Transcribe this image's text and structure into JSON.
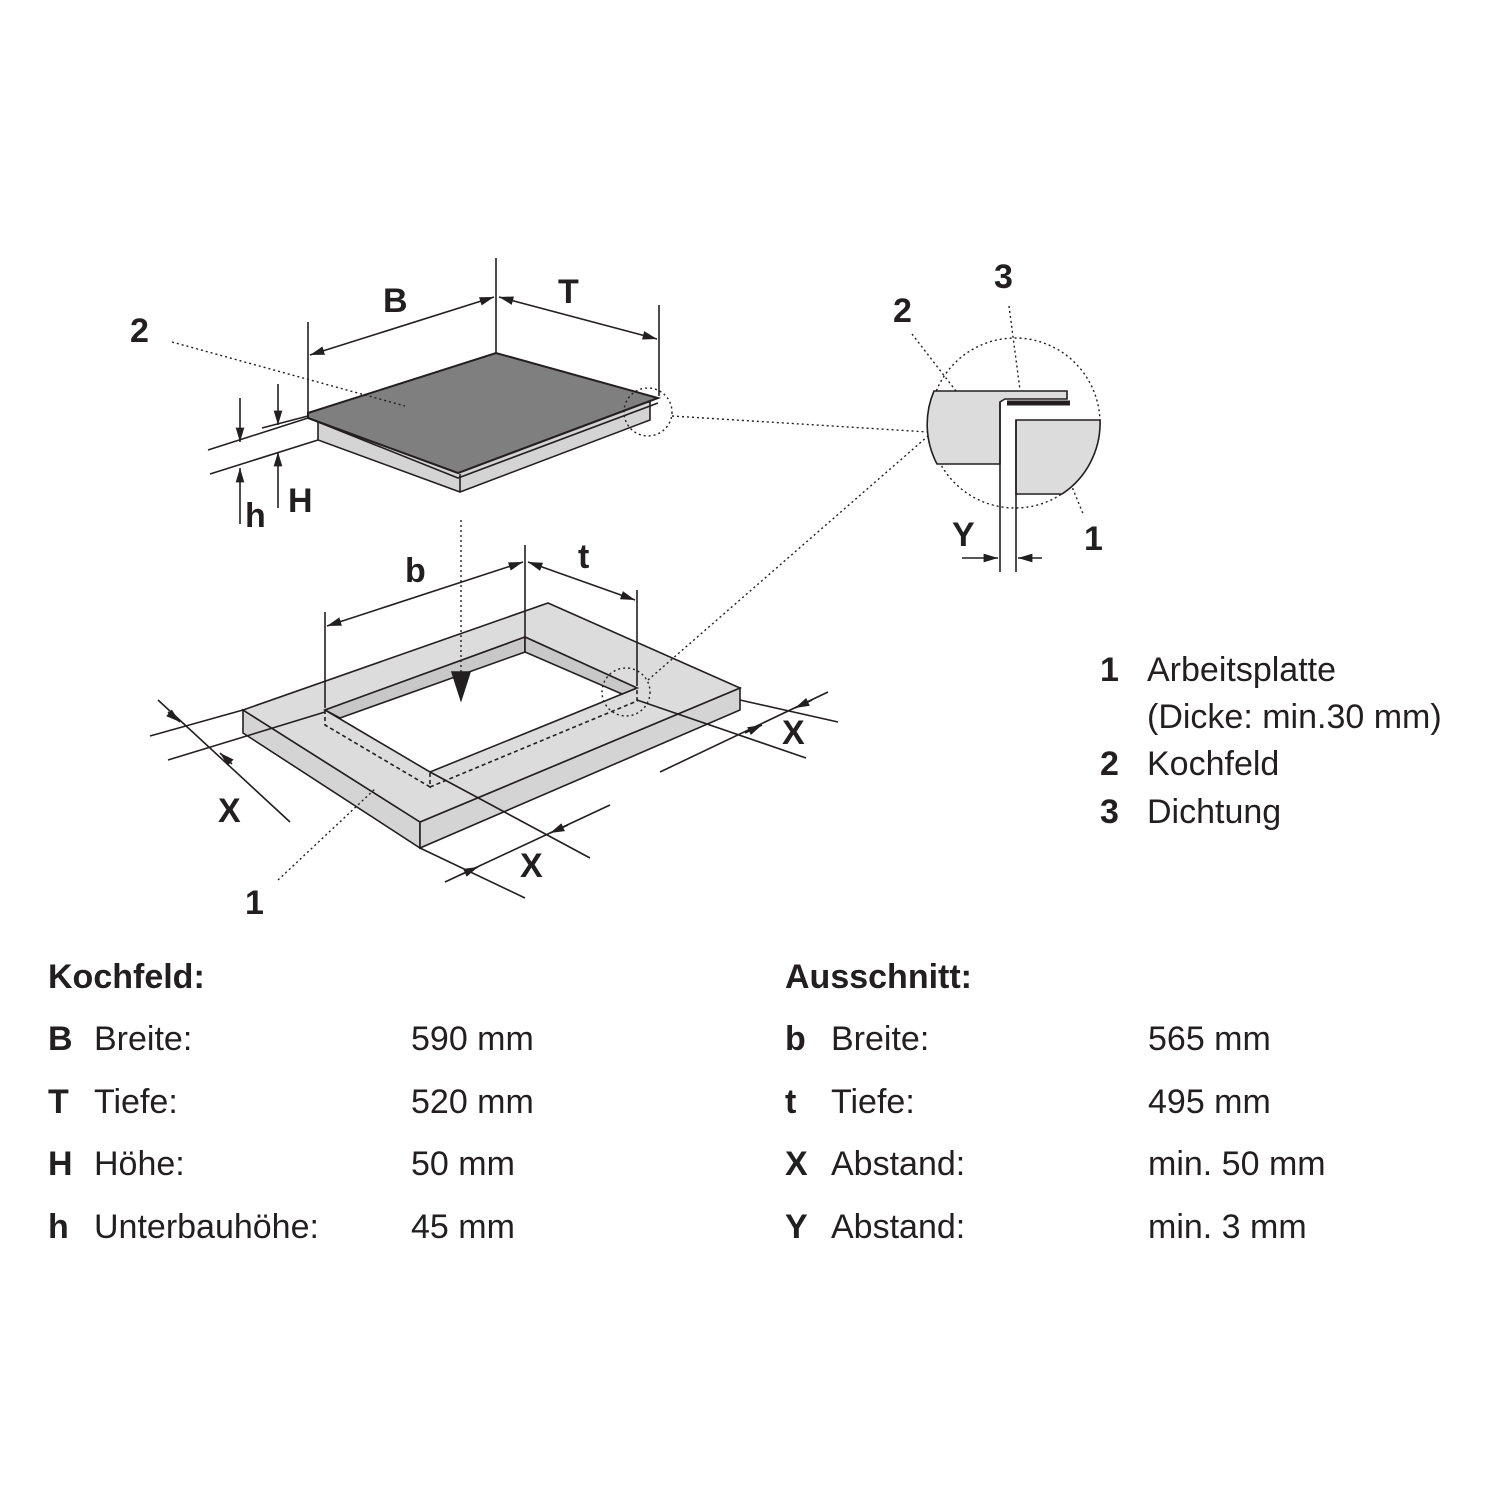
{
  "diagram": {
    "labels": {
      "B": "B",
      "T": "T",
      "H": "H",
      "h": "h",
      "b": "b",
      "t": "t",
      "X": "X",
      "Y": "Y",
      "n1": "1",
      "n2": "2",
      "n3": "3"
    },
    "colors": {
      "hob_top": "#7f7f7f",
      "hob_side": "#d4d4d4",
      "worktop": "#dcdcdc",
      "line": "#231f20"
    }
  },
  "legend": [
    {
      "num": "1",
      "label": "Arbeitsplatte",
      "sub": "(Dicke: min.30 mm)"
    },
    {
      "num": "2",
      "label": "Kochfeld"
    },
    {
      "num": "3",
      "label": "Dichtung"
    }
  ],
  "kochfeld": {
    "title": "Kochfeld:",
    "rows": [
      {
        "key": "B",
        "name": "Breite:",
        "value": "590 mm"
      },
      {
        "key": "T",
        "name": "Tiefe:",
        "value": "520 mm"
      },
      {
        "key": "H",
        "name": "Höhe:",
        "value": "50 mm"
      },
      {
        "key": "h",
        "name": "Unterbauhöhe:",
        "value": "45 mm"
      }
    ]
  },
  "ausschnitt": {
    "title": "Ausschnitt:",
    "rows": [
      {
        "key": "b",
        "name": "Breite:",
        "value": "565 mm"
      },
      {
        "key": "t",
        "name": "Tiefe:",
        "value": "495 mm"
      },
      {
        "key": "X",
        "name": "Abstand:",
        "value": "min. 50 mm"
      },
      {
        "key": "Y",
        "name": "Abstand:",
        "value": "min. 3 mm"
      }
    ]
  }
}
